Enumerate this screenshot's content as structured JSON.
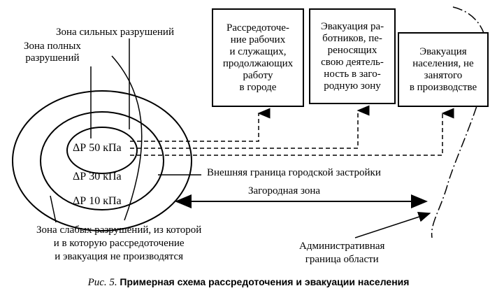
{
  "zones": {
    "strong": "Зона сильных разрушений",
    "full": "Зона полных\nразрушений",
    "weak": "Зона слабых разрушений, из которой\nи в которую рассредоточение\nи эвакуация не производятся"
  },
  "pressures": {
    "inner": "ΔР 50 кПа",
    "middle": "ΔР 30 кПа",
    "outer": "ΔР 10 кПа"
  },
  "boxes": {
    "workers": "Рассредоточе-\nние рабочих\nи служащих,\nпродолжающих\nработу\nв городе",
    "evac_workers": "Эвакуация ра-\nботников, пе-\nреносящих\nсвою деятель-\nность в заго-\nродную зону",
    "evac_population": "Эвакуация\nнаселения, не\nзанятого\nв производстве"
  },
  "boundary_label": "Внешняя граница городской застройки",
  "suburban_zone": "Загородная зона",
  "admin_boundary": "Административная\nграница области",
  "caption": {
    "prefix": "Рис. 5.",
    "title": "Примерная схема рассредоточения и эвакуации населения"
  }
}
